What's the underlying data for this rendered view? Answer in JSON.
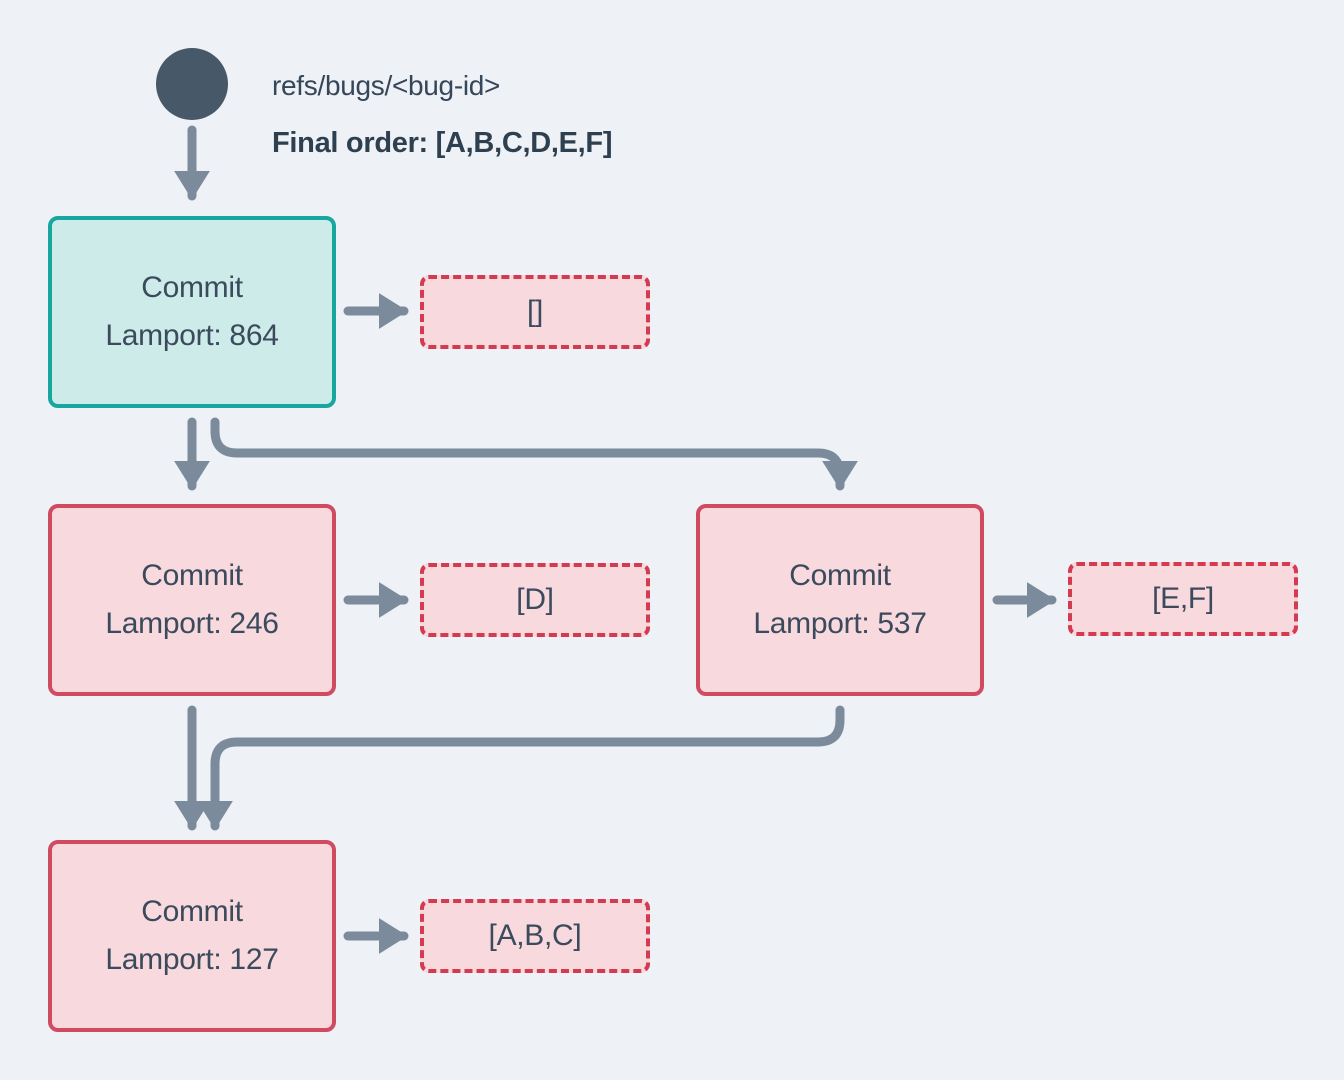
{
  "ref": {
    "name": "refs/bugs/<bug-id>",
    "final_order": "Final order: [A,B,C,D,E,F]"
  },
  "commits": [
    {
      "id": "commit-864",
      "title": "Commit",
      "lamport": "Lamport: 864",
      "kind": "root",
      "ops": "[]"
    },
    {
      "id": "commit-246",
      "title": "Commit",
      "lamport": "Lamport: 246",
      "kind": "regular",
      "ops": "[D]"
    },
    {
      "id": "commit-537",
      "title": "Commit",
      "lamport": "Lamport: 537",
      "kind": "regular",
      "ops": "[E,F]"
    },
    {
      "id": "commit-127",
      "title": "Commit",
      "lamport": "Lamport: 127",
      "kind": "regular",
      "ops": "[A,B,C]"
    }
  ],
  "edges": [
    {
      "from": "ref",
      "to": "commit-864"
    },
    {
      "from": "commit-864",
      "to": "commit-246"
    },
    {
      "from": "commit-864",
      "to": "commit-537"
    },
    {
      "from": "commit-246",
      "to": "commit-127"
    },
    {
      "from": "commit-537",
      "to": "commit-127"
    },
    {
      "from": "commit-864",
      "to": "ops-empty"
    },
    {
      "from": "commit-246",
      "to": "ops-d"
    },
    {
      "from": "commit-537",
      "to": "ops-ef"
    },
    {
      "from": "commit-127",
      "to": "ops-abc"
    }
  ],
  "colors": {
    "background": "#eef1f5",
    "arrow": "#7b8b9b",
    "ref_circle": "#475869",
    "text": "#3b4a5c",
    "root_border": "#17a79e",
    "root_fill": "#cdebe9",
    "commit_border": "#d04a60",
    "commit_fill": "#f7d9de",
    "ops_border": "#d43a50"
  }
}
